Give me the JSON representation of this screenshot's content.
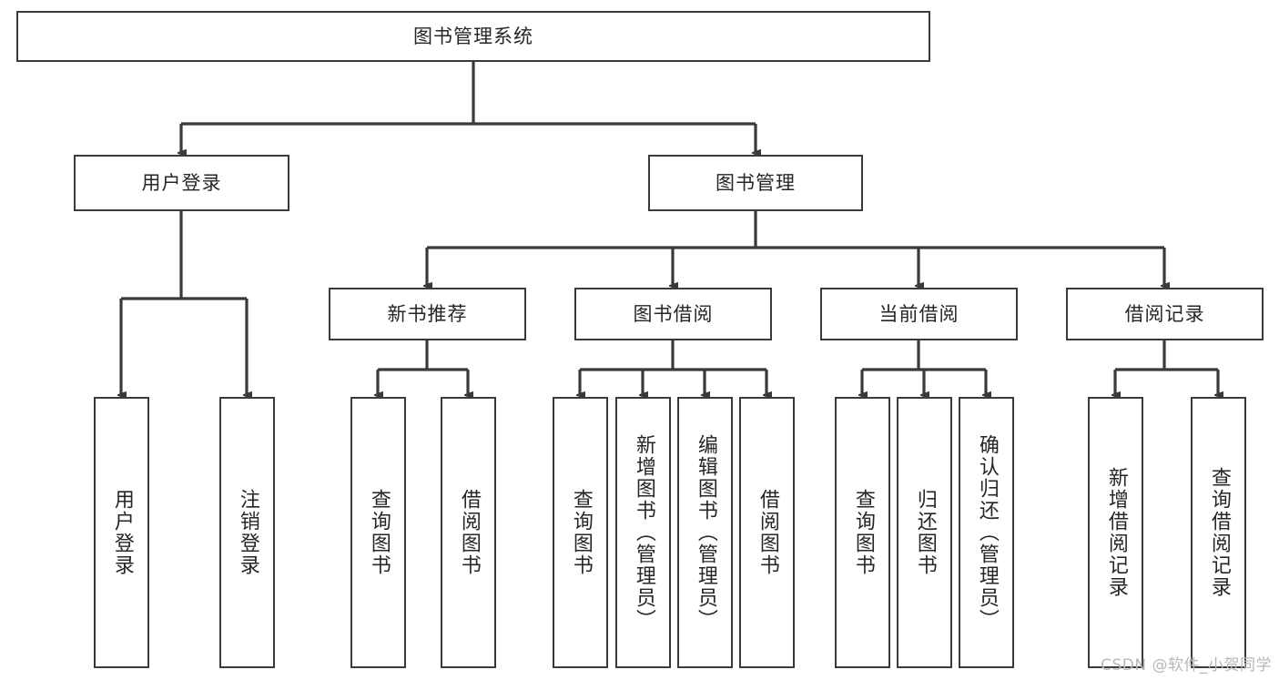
{
  "diagram": {
    "title": "图书管理系统",
    "type": "hierarchy-tree",
    "watermark": "CSDN @软件_小贺同学",
    "colors": {
      "box_border": "#3a3a3a",
      "box_fill": "#ffffff",
      "edge": "#3a3a3a",
      "text": "#262626",
      "watermark": "#b8b8b8",
      "background": "#ffffff"
    },
    "nodes": {
      "root": {
        "label": "图书管理系统",
        "level": 0,
        "orientation": "horizontal"
      },
      "user_login": {
        "label": "用户登录",
        "level": 1,
        "orientation": "horizontal"
      },
      "book_manage": {
        "label": "图书管理",
        "level": 1,
        "orientation": "horizontal"
      },
      "new_book_rec": {
        "label": "新书推荐",
        "level": 2,
        "orientation": "horizontal"
      },
      "book_borrow": {
        "label": "图书借阅",
        "level": 2,
        "orientation": "horizontal"
      },
      "current_borrow": {
        "label": "当前借阅",
        "level": 2,
        "orientation": "horizontal"
      },
      "borrow_record": {
        "label": "借阅记录",
        "level": 2,
        "orientation": "horizontal"
      },
      "leaf_user_login": {
        "label": "用户登录",
        "level": 2,
        "orientation": "vertical"
      },
      "leaf_logout": {
        "label": "注销登录",
        "level": 2,
        "orientation": "vertical"
      },
      "leaf_query_book_1": {
        "label": "查询图书",
        "level": 3,
        "orientation": "vertical"
      },
      "leaf_borrow_book_1": {
        "label": "借阅图书",
        "level": 3,
        "orientation": "vertical"
      },
      "leaf_query_book_2": {
        "label": "查询图书",
        "level": 3,
        "orientation": "vertical"
      },
      "leaf_add_book": {
        "label": "新增图书（管理员）",
        "level": 3,
        "orientation": "vertical"
      },
      "leaf_edit_book": {
        "label": "编辑图书（管理员）",
        "level": 3,
        "orientation": "vertical"
      },
      "leaf_borrow_book_2": {
        "label": "借阅图书",
        "level": 3,
        "orientation": "vertical"
      },
      "leaf_query_book_3": {
        "label": "查询图书",
        "level": 3,
        "orientation": "vertical"
      },
      "leaf_return_book": {
        "label": "归还图书",
        "level": 3,
        "orientation": "vertical"
      },
      "leaf_confirm_return": {
        "label": "确认归还（管理员）",
        "level": 3,
        "orientation": "vertical"
      },
      "leaf_add_record": {
        "label": "新增借阅记录",
        "level": 3,
        "orientation": "vertical"
      },
      "leaf_query_record": {
        "label": "查询借阅记录",
        "level": 3,
        "orientation": "vertical"
      }
    },
    "edges": [
      {
        "from": "root",
        "to": "user_login"
      },
      {
        "from": "root",
        "to": "book_manage"
      },
      {
        "from": "user_login",
        "to": "leaf_user_login"
      },
      {
        "from": "user_login",
        "to": "leaf_logout"
      },
      {
        "from": "book_manage",
        "to": "new_book_rec"
      },
      {
        "from": "book_manage",
        "to": "book_borrow"
      },
      {
        "from": "book_manage",
        "to": "current_borrow"
      },
      {
        "from": "book_manage",
        "to": "borrow_record"
      },
      {
        "from": "new_book_rec",
        "to": "leaf_query_book_1"
      },
      {
        "from": "new_book_rec",
        "to": "leaf_borrow_book_1"
      },
      {
        "from": "book_borrow",
        "to": "leaf_query_book_2"
      },
      {
        "from": "book_borrow",
        "to": "leaf_add_book"
      },
      {
        "from": "book_borrow",
        "to": "leaf_edit_book"
      },
      {
        "from": "book_borrow",
        "to": "leaf_borrow_book_2"
      },
      {
        "from": "current_borrow",
        "to": "leaf_query_book_3"
      },
      {
        "from": "current_borrow",
        "to": "leaf_return_book"
      },
      {
        "from": "current_borrow",
        "to": "leaf_confirm_return"
      },
      {
        "from": "borrow_record",
        "to": "leaf_add_record"
      },
      {
        "from": "borrow_record",
        "to": "leaf_query_record"
      }
    ]
  }
}
